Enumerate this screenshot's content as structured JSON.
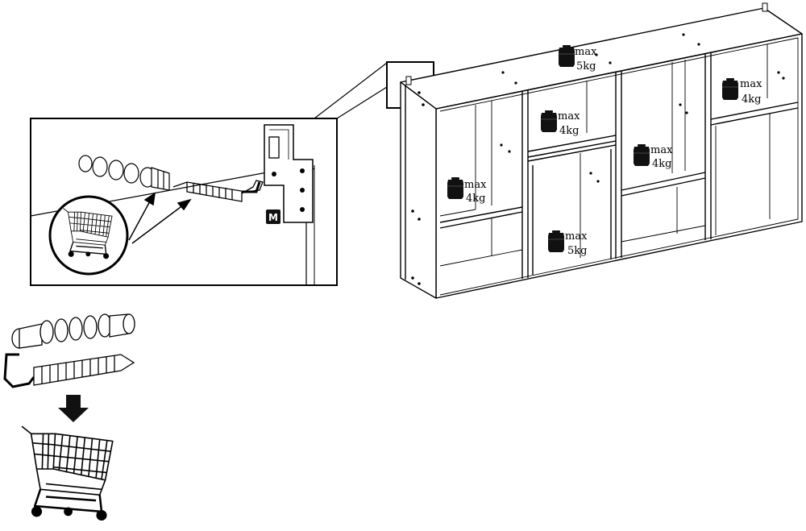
{
  "detail": {
    "bracket_label": "M"
  },
  "weights": [
    {
      "max_label": "max",
      "limit": "5kg"
    },
    {
      "max_label": "max",
      "limit": "4kg"
    },
    {
      "max_label": "max",
      "limit": "4kg"
    },
    {
      "max_label": "max",
      "limit": "4kg"
    },
    {
      "max_label": "max",
      "limit": "4kg"
    },
    {
      "max_label": "max",
      "limit": "5kg"
    }
  ],
  "icons": {
    "detail_frame": "magnifier-frame",
    "dowel": "wall-plug-icon",
    "hook": "screw-hook-icon",
    "disposal": "shopping-cart-icon",
    "arrow": "arrow-down-icon",
    "weight": "weight-icon",
    "bracket": "hanging-bracket-icon",
    "shelf": "shelf-unit"
  }
}
